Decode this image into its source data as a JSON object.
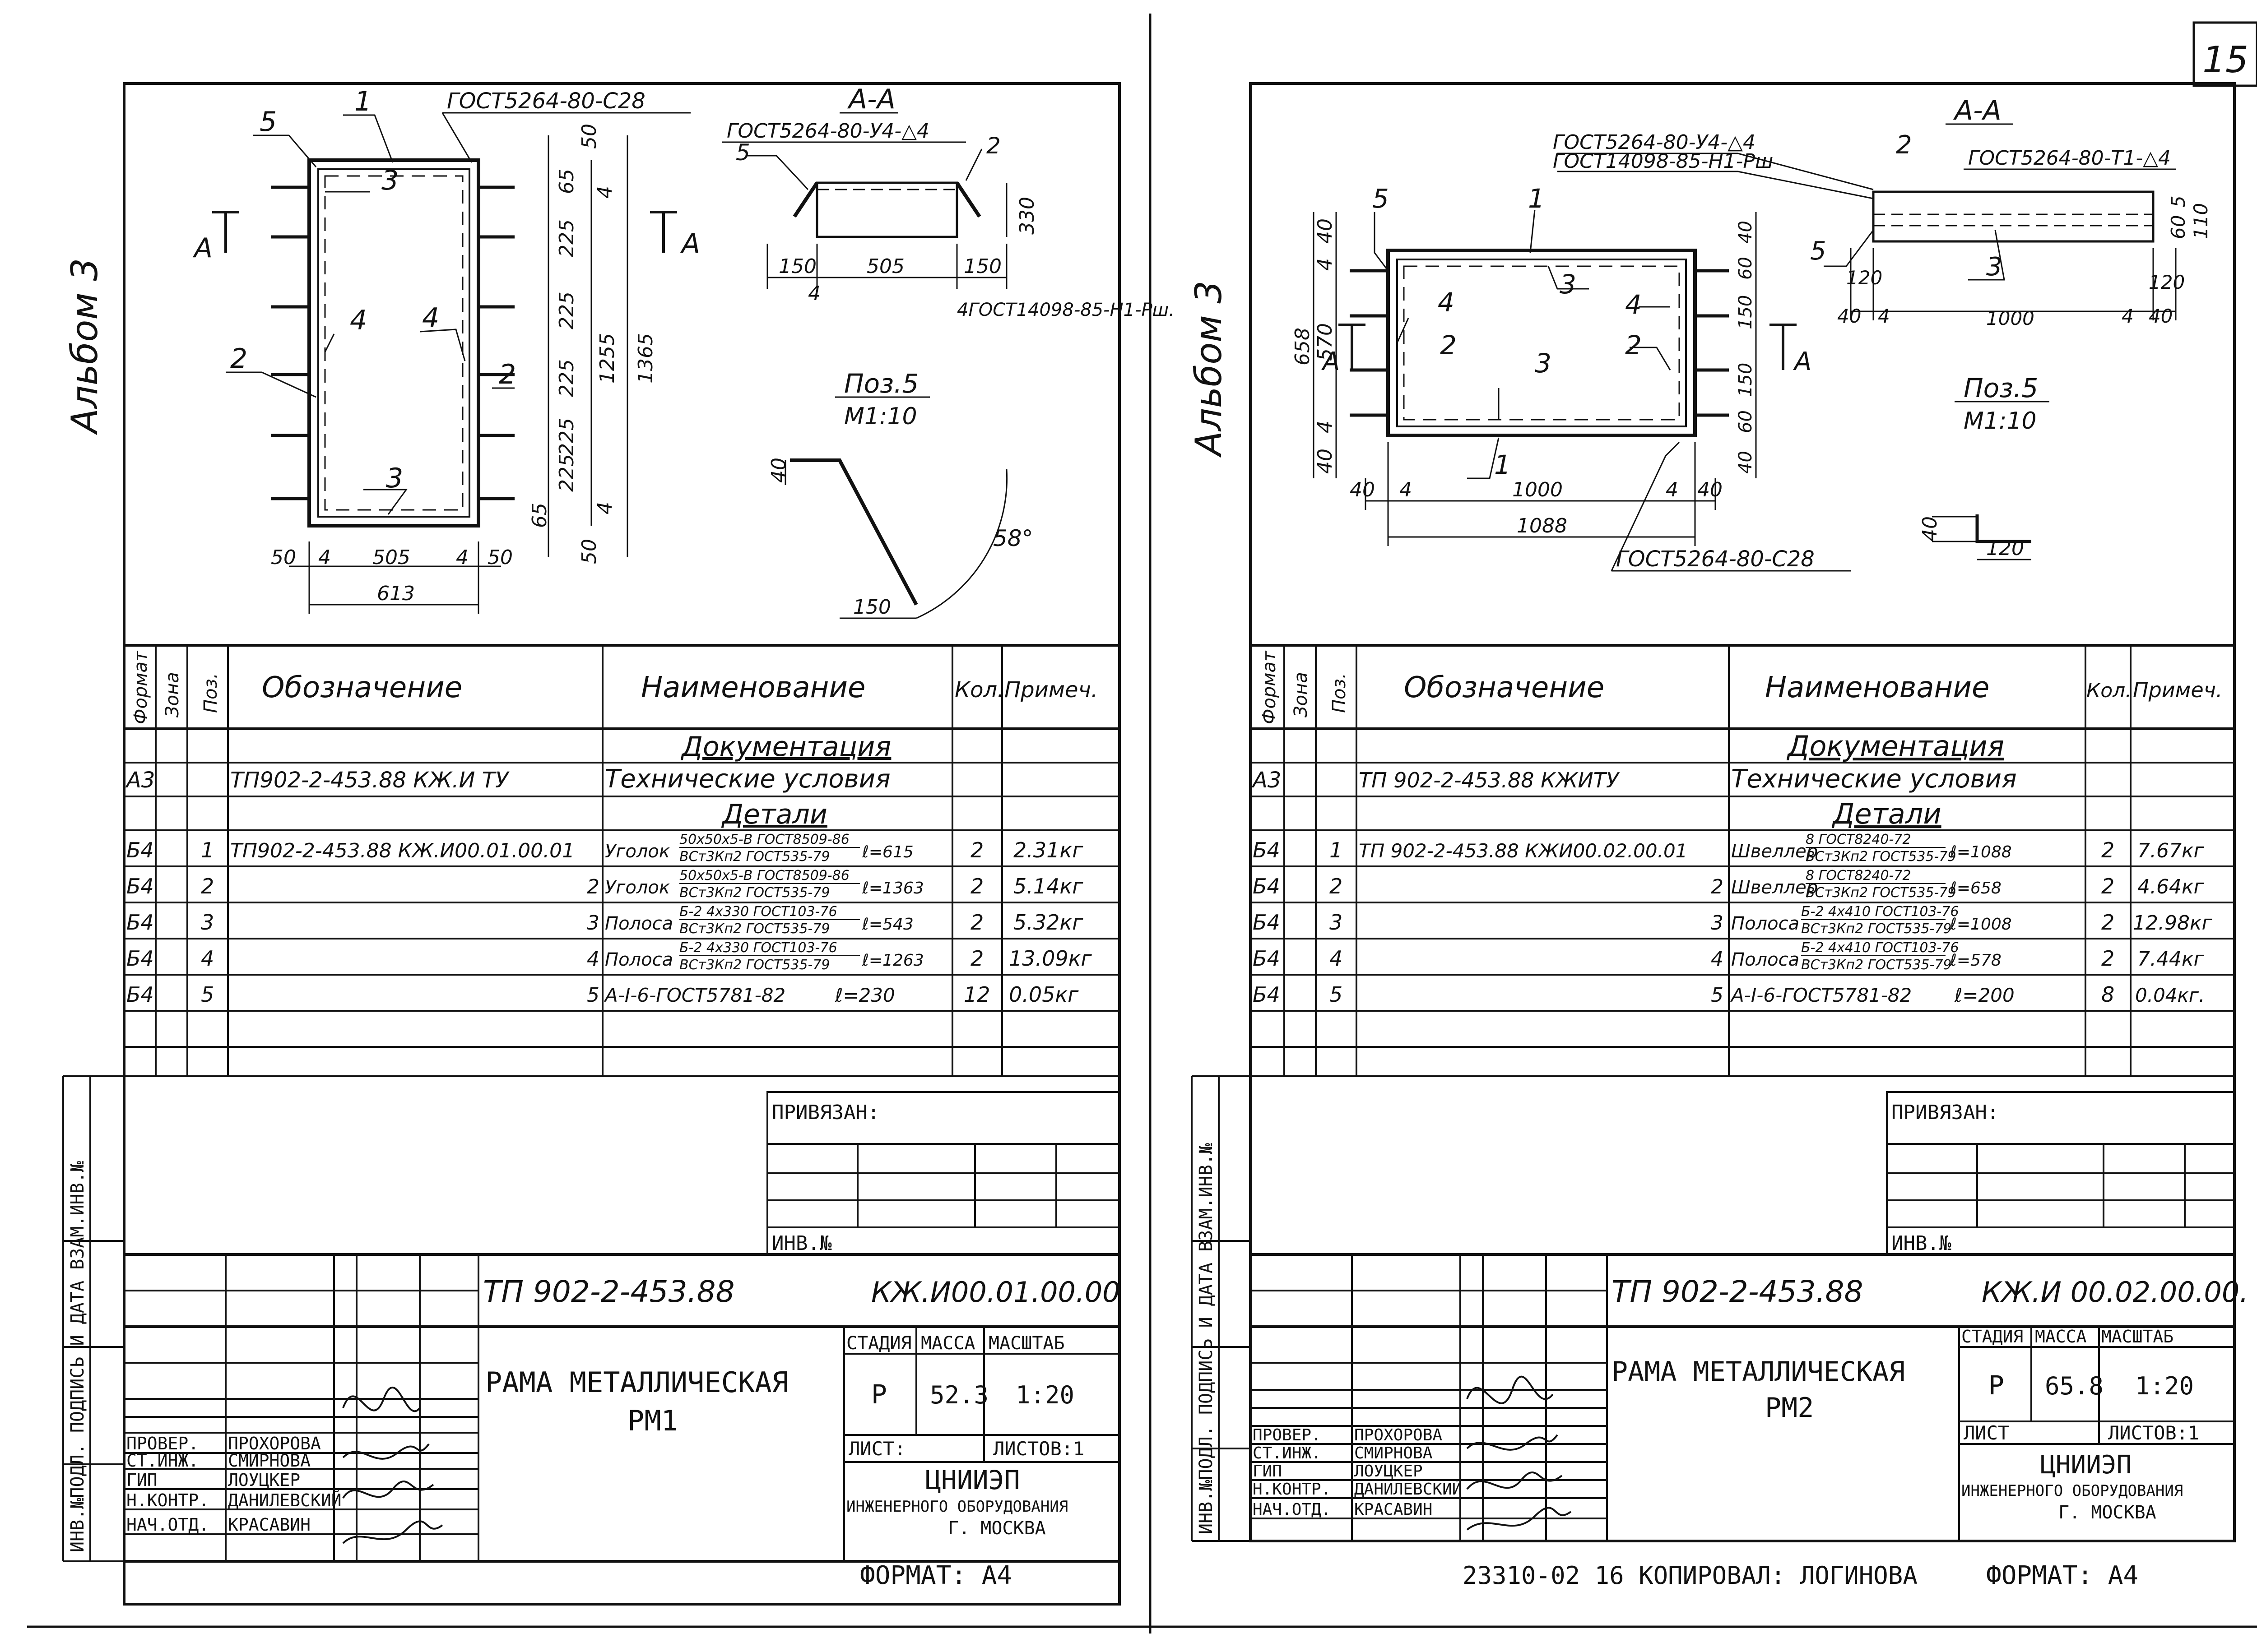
{
  "page_number": "15",
  "album_label": "Альбом 3",
  "sheets": [
    {
      "id": "rm1",
      "drawing": {
        "weld_top": "ГОСТ5264-80-С28",
        "section_title": "А-А",
        "section_weld1": "ГОСТ5264-80-У4-△4",
        "section_weld2": "4ГОСТ14098-85-Н1-Рш.",
        "section_dims": [
          "150",
          "505",
          "150",
          "4",
          "330"
        ],
        "detail_title": "Поз.5",
        "detail_scale": "М1:10",
        "detail_dims": [
          "40",
          "150",
          "58°"
        ],
        "cut_mark_left": "А",
        "cut_mark_right": "А",
        "pos_labels": [
          "5",
          "1",
          "3",
          "4",
          "4",
          "2",
          "2",
          "3"
        ],
        "right_dims": [
          "50",
          "65",
          "225",
          "225",
          "225",
          "225",
          "225",
          "65",
          "50",
          "4",
          "4",
          "1255",
          "1365"
        ],
        "bottom_dims": [
          "50",
          "4",
          "505",
          "4",
          "50",
          "613"
        ]
      },
      "spec": {
        "headers": {
          "format": "Формат",
          "zone": "Зона",
          "pos": "Поз.",
          "designation": "Обозначение",
          "name": "Наименование",
          "qty": "Кол.",
          "note": "Примеч."
        },
        "section_doc": "Документация",
        "doc_row": {
          "format": "А3",
          "designation": "ТП902-2-453.88 КЖ.И ТУ",
          "name": "Технические условия"
        },
        "section_parts": "Детали",
        "rows": [
          {
            "format": "Б4",
            "pos": "1",
            "designation": "ТП902-2-453.88 КЖ.И00.01.00.01",
            "name": "Уголок",
            "spec_top": "50х50х5-В ГОСТ8509-86",
            "spec_bottom": "ВСт3Кп2 ГОСТ535-79",
            "length": "ℓ=615",
            "qty": "2",
            "note": "2.31кг"
          },
          {
            "format": "Б4",
            "pos": "2",
            "designation": "2",
            "name": "Уголок",
            "spec_top": "50х50х5-В ГОСТ8509-86",
            "spec_bottom": "ВСт3Кп2 ГОСТ535-79",
            "length": "ℓ=1363",
            "qty": "2",
            "note": "5.14кг"
          },
          {
            "format": "Б4",
            "pos": "3",
            "designation": "3",
            "name": "Полоса",
            "spec_top": "Б-2 4х330 ГОСТ103-76",
            "spec_bottom": "ВСт3Кп2 ГОСТ535-79",
            "length": "ℓ=543",
            "qty": "2",
            "note": "5.32кг"
          },
          {
            "format": "Б4",
            "pos": "4",
            "designation": "4",
            "name": "Полоса",
            "spec_top": "Б-2 4х330 ГОСТ103-76",
            "spec_bottom": "ВСт3Кп2 ГОСТ535-79",
            "length": "ℓ=1263",
            "qty": "2",
            "note": "13.09кг"
          },
          {
            "format": "Б4",
            "pos": "5",
            "designation": "5",
            "name": "А-I-6-ГОСТ5781-82",
            "spec_top": "",
            "spec_bottom": "",
            "length": "ℓ=230",
            "qty": "12",
            "note": "0.05кг"
          }
        ]
      },
      "title_block": {
        "attached": "ПРИВЯЗАН:",
        "inv": "ИНВ.№",
        "project_code": "ТП 902-2-453.88",
        "doc_code": "КЖ.И00.01.00.00",
        "title_line1": "РАМА МЕТАЛЛИЧЕСКАЯ",
        "title_line2": "РМ1",
        "stage_label": "СТАДИЯ",
        "mass_label": "МАССА",
        "scale_label": "МАСШТАБ",
        "stage": "Р",
        "mass": "52.3",
        "scale": "1:20",
        "sheet_label": "ЛИСТ:",
        "sheets_label": "ЛИСТОВ:1",
        "org1": "ЦНИИЭП",
        "org2": "ИНЖЕНЕРНОГО ОБОРУДОВАНИЯ",
        "org3": "Г. МОСКВА",
        "format": "ФОРМАТ: А4",
        "roles": [
          {
            "role": "ПРОВЕР.",
            "name": "ПРОХОРОВА"
          },
          {
            "role": "СТ.ИНЖ.",
            "name": "СМИРНОВА"
          },
          {
            "role": "ГИП",
            "name": "ЛОУЦКЕР"
          },
          {
            "role": "Н.КОНТР.",
            "name": "ДАНИЛЕВСКИЙ"
          },
          {
            "role": "НАЧ.ОТД.",
            "name": "КРАСАВИН"
          }
        ],
        "side_stamp": "ИНВ.№ПОДЛ.  ПОДПИСЬ И ДАТА  ВЗАМ.ИНВ.№"
      }
    },
    {
      "id": "rm2",
      "drawing": {
        "weld_top1": "ГОСТ5264-80-У4-△4",
        "weld_top2": "ГОСТ14098-85-Н1-Рш",
        "weld_bottom": "ГОСТ5264-80-С28",
        "section_title": "А-А",
        "section_weld": "ГОСТ5264-80-Т1-△4",
        "section_dims": [
          "120",
          "40",
          "4",
          "1000",
          "4",
          "40",
          "120",
          "5",
          "60",
          "110"
        ],
        "detail_title": "Поз.5",
        "detail_scale": "М1:10",
        "detail_dims": [
          "40",
          "120"
        ],
        "cut_mark_left": "А",
        "cut_mark_right": "А",
        "pos_labels": [
          "5",
          "1",
          "3",
          "4",
          "4",
          "2",
          "2",
          "3",
          "1",
          "2",
          "3",
          "5"
        ],
        "left_dims": [
          "40",
          "4",
          "570",
          "4",
          "40",
          "658"
        ],
        "right_dims": [
          "40",
          "60",
          "150",
          "150",
          "60",
          "40"
        ],
        "bottom_dims": [
          "40",
          "4",
          "1000",
          "4",
          "40",
          "1088"
        ]
      },
      "spec": {
        "headers": {
          "format": "Формат",
          "zone": "Зона",
          "pos": "Поз.",
          "designation": "Обозначение",
          "name": "Наименование",
          "qty": "Кол.",
          "note": "Примеч."
        },
        "section_doc": "Документация",
        "doc_row": {
          "format": "А3",
          "designation": "ТП 902-2-453.88    КЖИТУ",
          "name": "Технические условия"
        },
        "section_parts": "Детали",
        "rows": [
          {
            "format": "Б4",
            "pos": "1",
            "designation": "ТП 902-2-453.88 КЖИ00.02.00.01",
            "name": "Швеллер",
            "spec_top": "8 ГОСТ8240-72",
            "spec_bottom": "ВСт3Кп2 ГОСТ535-79",
            "length": "ℓ=1088",
            "qty": "2",
            "note": "7.67кг"
          },
          {
            "format": "Б4",
            "pos": "2",
            "designation": "2",
            "name": "Швеллер",
            "spec_top": "8 ГОСТ8240-72",
            "spec_bottom": "ВСт3Кп2 ГОСТ535-79",
            "length": "ℓ=658",
            "qty": "2",
            "note": "4.64кг"
          },
          {
            "format": "Б4",
            "pos": "3",
            "designation": "3",
            "name": "Полоса",
            "spec_top": "Б-2 4х410 ГОСТ103-76",
            "spec_bottom": "ВСт3Кп2 ГОСТ535-79",
            "length": "ℓ=1008",
            "qty": "2",
            "note": "12.98кг"
          },
          {
            "format": "Б4",
            "pos": "4",
            "designation": "4",
            "name": "Полоса",
            "spec_top": "Б-2 4х410 ГОСТ103-76",
            "spec_bottom": "ВСт3Кп2 ГОСТ535-79",
            "length": "ℓ=578",
            "qty": "2",
            "note": "7.44кг"
          },
          {
            "format": "Б4",
            "pos": "5",
            "designation": "5",
            "name": "А-I-6-ГОСТ5781-82",
            "spec_top": "",
            "spec_bottom": "",
            "length": "ℓ=200",
            "qty": "8",
            "note": "0.04кг."
          }
        ]
      },
      "title_block": {
        "attached": "ПРИВЯЗАН:",
        "inv": "ИНВ.№",
        "project_code": "ТП 902-2-453.88",
        "doc_code": "КЖ.И 00.02.00.00.",
        "title_line1": "РАМА МЕТАЛЛИЧЕСКАЯ",
        "title_line2": "РМ2",
        "stage_label": "СТАДИЯ",
        "mass_label": "МАССА",
        "scale_label": "МАСШТАБ",
        "stage": "Р",
        "mass": "65.8",
        "scale": "1:20",
        "sheet_label": "ЛИСТ",
        "sheets_label": "ЛИСТОВ:1",
        "org1": "ЦНИИЭП",
        "org2": "ИНЖЕНЕРНОГО ОБОРУДОВАНИЯ",
        "org3": "Г. МОСКВА",
        "format": "ФОРМАТ: А4",
        "copied": "23310-02  16  КОПИРОВАЛ: ЛОГИНОВА",
        "roles": [
          {
            "role": "ПРОВЕР.",
            "name": "ПРОХОРОВА"
          },
          {
            "role": "СТ.ИНЖ.",
            "name": "СМИРНОВА"
          },
          {
            "role": "ГИП",
            "name": "ЛОУЦКЕР"
          },
          {
            "role": "Н.КОНТР.",
            "name": "ДАНИЛЕВСКИЙ"
          },
          {
            "role": "НАЧ.ОТД.",
            "name": "КРАСАВИН"
          }
        ],
        "side_stamp": "ИНВ.№ПОДЛ.  ПОДПИСЬ И ДАТА  ВЗАМ.ИНВ.№"
      }
    }
  ]
}
